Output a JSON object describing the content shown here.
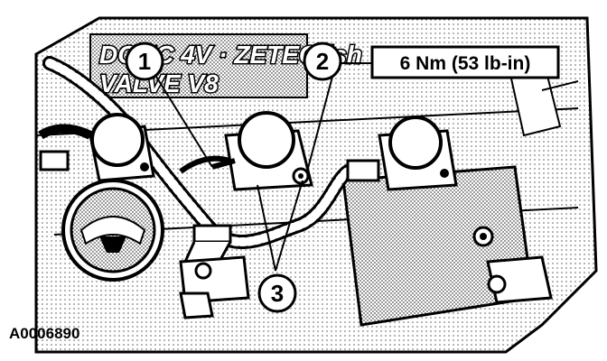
{
  "callouts": [
    {
      "id": "1",
      "label": "1"
    },
    {
      "id": "2",
      "label": "2"
    },
    {
      "id": "3",
      "label": "3"
    }
  ],
  "torque_spec": "6 Nm (53 lb-in)",
  "figure_id": "A0006890",
  "engine_logo": {
    "line1": "DOHC 4V · ZETEC-ish",
    "line2": "VALVE V8"
  },
  "colors": {
    "ink": "#000000",
    "paper": "#ffffff",
    "shade": "#d0d0d0"
  }
}
